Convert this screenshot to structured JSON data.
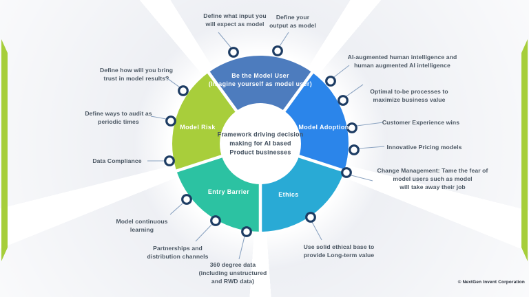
{
  "wheel": {
    "center_text": "Framework driving decision\nmaking for AI based\nProduct businesses",
    "dot_color": "#1d3c63",
    "line_color": "#8ba3c1",
    "ray_color": "#eceef3"
  },
  "segments": [
    {
      "name": "Be the Model User",
      "label": "Be the Model User\n(Imagine yourself as model user)",
      "color": "#4d7cbe"
    },
    {
      "name": "Model Adoption",
      "label": "Model Adoption",
      "color": "#2b85ea"
    },
    {
      "name": "Ethics",
      "label": "Ethics",
      "color": "#29aad5"
    },
    {
      "name": "Entry Barrier",
      "label": "Entry Barrier",
      "color": "#2cc2a2"
    },
    {
      "name": "Model Risk",
      "label": "Model Risk",
      "color": "#a8ce3b"
    }
  ],
  "callouts": [
    {
      "segment": "Be the Model User",
      "text": "Define what input you\nwill expect as model"
    },
    {
      "segment": "Be the Model User",
      "text": "Define your\noutput as model"
    },
    {
      "segment": "Model Adoption",
      "text": "AI-augmented human intelligence and\nhuman augmented AI intelligence"
    },
    {
      "segment": "Model Adoption",
      "text": "Optimal to-be processes to\nmaximize business value"
    },
    {
      "segment": "Model Adoption",
      "text": "Customer Experience wins"
    },
    {
      "segment": "Model Adoption",
      "text": "Innovative Pricing models"
    },
    {
      "segment": "Model Adoption",
      "text": "Change Management: Tame the fear of\nmodel users such as model\nwill take away their job"
    },
    {
      "segment": "Ethics",
      "text": "Use solid ethical base to\nprovide Long-term value"
    },
    {
      "segment": "Entry Barrier",
      "text": "Model continuous\nlearning"
    },
    {
      "segment": "Entry Barrier",
      "text": "Partnerships and\ndistribution channels"
    },
    {
      "segment": "Entry Barrier",
      "text": "360 degree data\n(including unstructured\nand RWD data)"
    },
    {
      "segment": "Model Risk",
      "text": "Define how will you bring\ntrust in model results?"
    },
    {
      "segment": "Model Risk",
      "text": "Define ways to audit as\nperiodic times"
    },
    {
      "segment": "Model Risk",
      "text": "Data Compliance"
    }
  ],
  "footer": {
    "copyright": "© NextGen Invent Corporation"
  },
  "accent_color": "#a6ce3a"
}
